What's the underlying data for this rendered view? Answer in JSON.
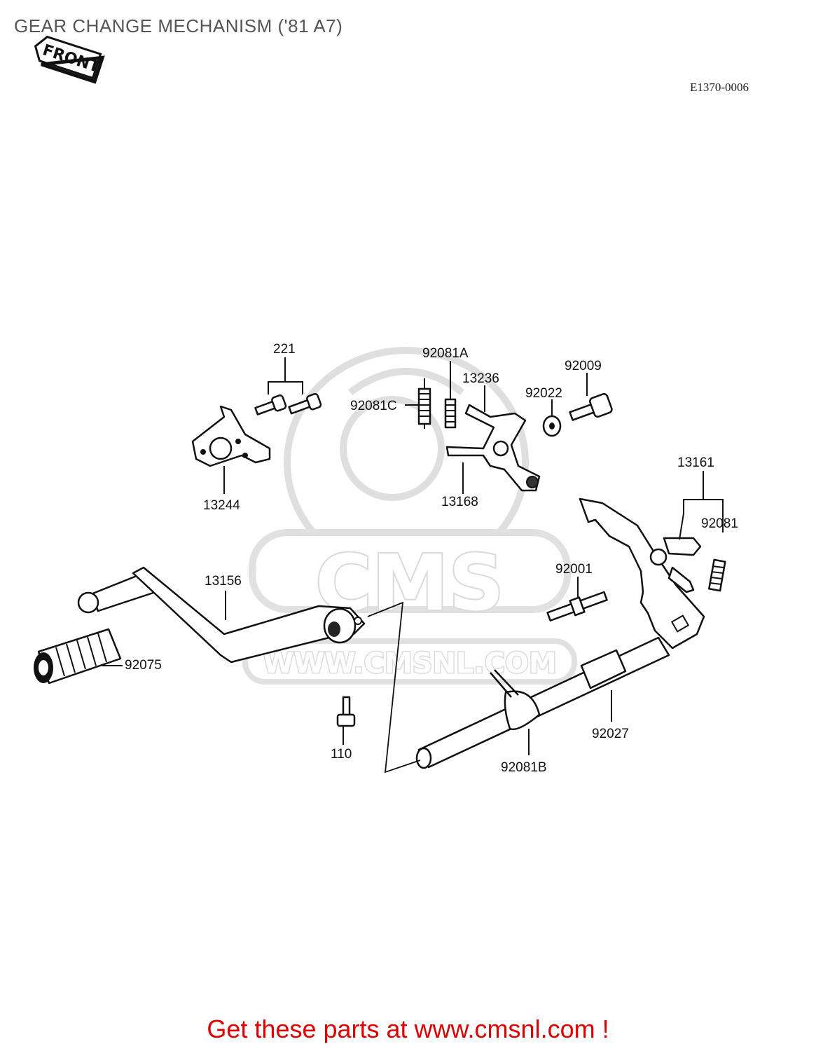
{
  "title": "GEAR CHANGE MECHANISM ('81 A7)",
  "diagram_code": "E1370-0006",
  "front_marker": "FRONT",
  "watermark": {
    "logo_text": "CMS",
    "url_text": "WWW.CMSNL.COM"
  },
  "parts": {
    "p221": "221",
    "p13244": "13244",
    "p92081A": "92081A",
    "p92081C": "92081C",
    "p13236": "13236",
    "p13168": "13168",
    "p92022": "92022",
    "p92009": "92009",
    "p13161": "13161",
    "p92081": "92081",
    "p92001": "92001",
    "p13156": "13156",
    "p92075": "92075",
    "p110": "110",
    "p92027": "92027",
    "p92081B": "92081B"
  },
  "footer": {
    "link_text": "Get these parts at www.cmsnl.com !"
  },
  "colors": {
    "title": "#555555",
    "footer_link": "#dd0000",
    "watermark": "#d6d6d6"
  }
}
